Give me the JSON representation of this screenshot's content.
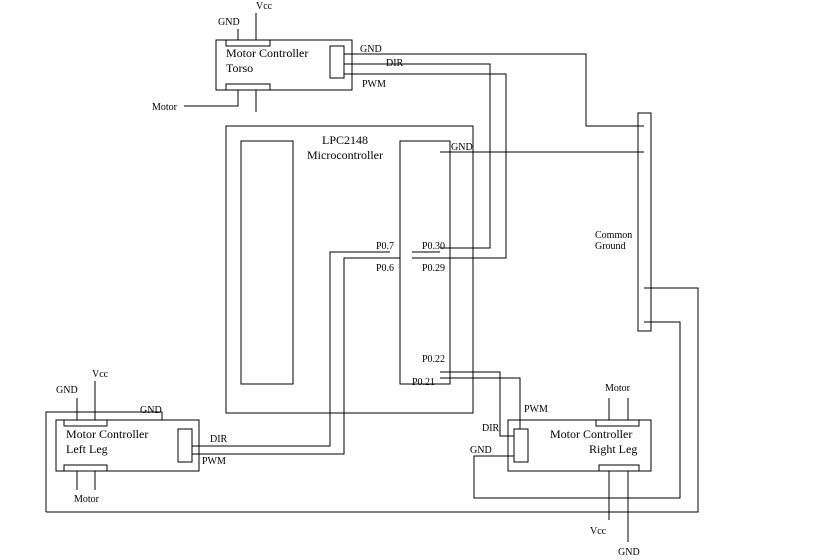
{
  "torso": {
    "title_line1": "Motor Controller",
    "title_line2": "Torso",
    "gnd_top": "GND",
    "vcc_top": "Vcc",
    "gnd_right": "GND",
    "dir": "DIR",
    "pwm": "PWM",
    "motor": "Motor"
  },
  "mcu": {
    "title_line1": "LPC2148",
    "title_line2": "Microcontroller",
    "gnd": "GND",
    "p07": "P0.7",
    "p030": "P0.30",
    "p06": "P0.6",
    "p029": "P0.29",
    "p022": "P0.22",
    "p021": "P0.21"
  },
  "common_ground": {
    "line1": "Common",
    "line2": "Ground"
  },
  "left_leg": {
    "title_line1": "Motor Controller",
    "title_line2": "Left Leg",
    "gnd_top": "GND",
    "vcc_top": "Vcc",
    "gnd_right": "GND",
    "dir": "DIR",
    "pwm": "PWM",
    "motor": "Motor"
  },
  "right_leg": {
    "title_line1": "Motor Controller",
    "title_line2": "Right Leg",
    "motor": "Motor",
    "pwm": "PWM",
    "dir": "DIR",
    "gnd_left": "GND",
    "vcc_bottom": "Vcc",
    "gnd_bottom": "GND"
  }
}
